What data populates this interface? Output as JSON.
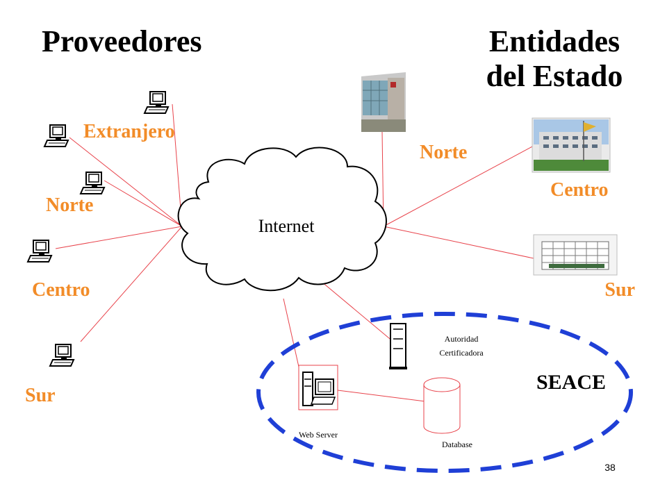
{
  "headings": {
    "providers": "Proveedores",
    "entities_line1": "Entidades",
    "entities_line2": "del Estado"
  },
  "providers": {
    "extranjero": "Extranjero",
    "norte": "Norte",
    "centro": "Centro",
    "sur": "Sur"
  },
  "entities": {
    "norte": "Norte",
    "centro": "Centro",
    "sur": "Sur"
  },
  "cloud_label": "Internet",
  "seace": {
    "label": "SEACE",
    "web_server": "Web Server",
    "database": "Database",
    "authority_line1": "Autoridad",
    "authority_line2": "Certificadora"
  },
  "page_number": "38",
  "colors": {
    "label_orange": "#f28c28",
    "link_red": "#e8424a",
    "seace_blue": "#1f3fd6"
  }
}
